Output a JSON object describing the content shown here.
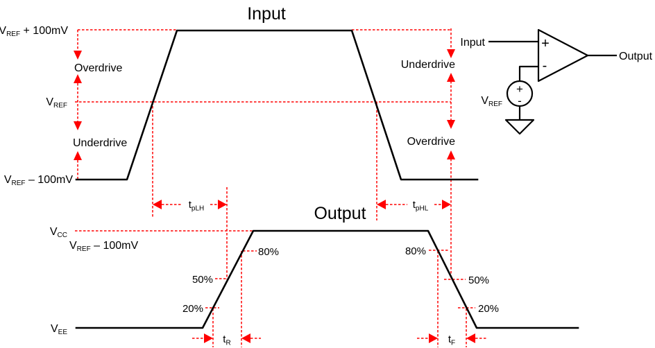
{
  "colors": {
    "waveform": "#000000",
    "annotation": "#ff0000",
    "background": "#ffffff",
    "text": "#000000"
  },
  "input_waveform": {
    "title": "Input",
    "level_high": {
      "base": "V",
      "sub": "REF",
      "rest": " + 100mV"
    },
    "level_ref": {
      "base": "V",
      "sub": "REF",
      "rest": ""
    },
    "level_low": {
      "base": "V",
      "sub": "REF",
      "rest": " – 100mV"
    },
    "region_left_upper": "Overdrive",
    "region_left_lower": "Underdrive",
    "region_right_upper": "Underdrive",
    "region_right_lower": "Overdrive"
  },
  "output_waveform": {
    "title": "Output",
    "level_high": {
      "base": "V",
      "sub": "CC",
      "rest": ""
    },
    "level_ref": {
      "base": "V",
      "sub": "REF",
      "rest": " – 100mV"
    },
    "level_low": {
      "base": "V",
      "sub": "EE",
      "rest": ""
    },
    "threshold_80": "80%",
    "threshold_50": "50%",
    "threshold_20": "20%"
  },
  "timing": {
    "t_plh": {
      "base": "t",
      "sub": "pLH"
    },
    "t_phl": {
      "base": "t",
      "sub": "pHL"
    },
    "t_rise": {
      "base": "t",
      "sub": "R"
    },
    "t_fall": {
      "base": "t",
      "sub": "F"
    }
  },
  "circuit": {
    "input_label": "Input",
    "output_label": "Output",
    "vref_label": {
      "base": "V",
      "sub": "REF",
      "rest": ""
    },
    "comparator_noninverting": "+",
    "comparator_inverting": "-",
    "source_positive": "+",
    "source_negative": "-"
  }
}
